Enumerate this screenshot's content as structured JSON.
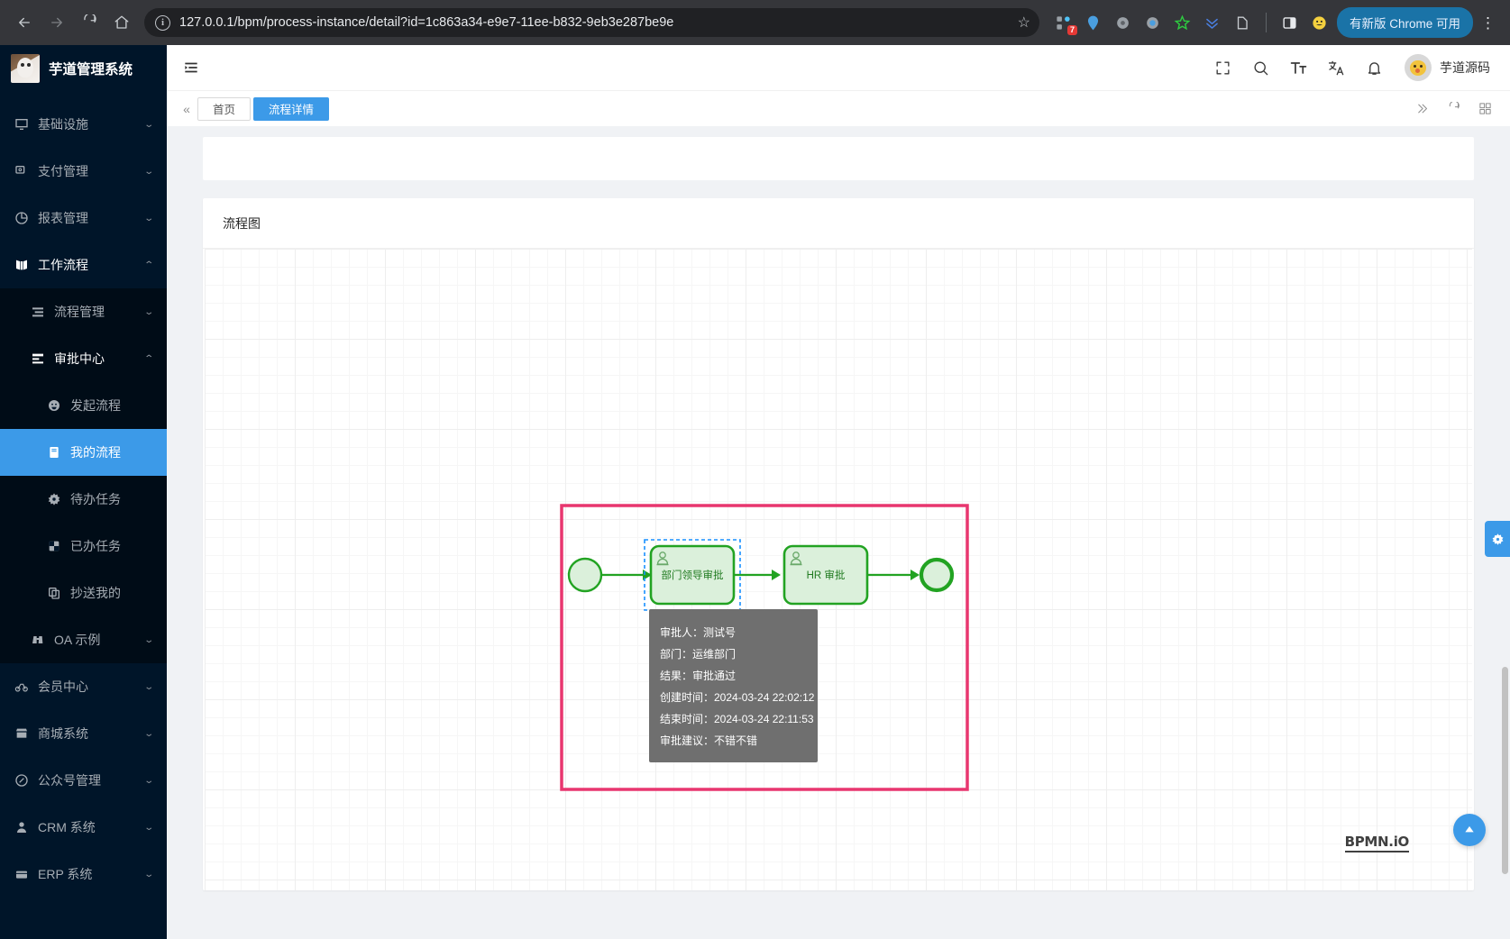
{
  "browser": {
    "url": "127.0.0.1/bpm/process-instance/detail?id=1c863a34-e9e7-11ee-b832-9eb3e287be9e",
    "back_icon": "back-arrow-icon",
    "forward_icon": "forward-arrow-icon",
    "reload_icon": "reload-icon",
    "home_icon": "home-icon",
    "info_icon": "site-info-icon",
    "star_icon": "bookmark-star-icon",
    "extension_badge_count": "7",
    "update_button_label": "有新版 Chrome 可用",
    "menu_icon": "kebab-menu-icon"
  },
  "sidebar": {
    "logo_text": "芋道管理系统",
    "items": [
      {
        "label": "基础设施",
        "icon": "monitor-icon",
        "caret": "⌄",
        "level": 0,
        "state": "collapsed"
      },
      {
        "label": "支付管理",
        "icon": "payment-icon",
        "caret": "⌄",
        "level": 0,
        "state": "collapsed"
      },
      {
        "label": "报表管理",
        "icon": "pie-chart-icon",
        "caret": "⌄",
        "level": 0,
        "state": "collapsed"
      },
      {
        "label": "工作流程",
        "icon": "workflow-icon",
        "caret": "⌃",
        "level": 0,
        "state": "expanded"
      },
      {
        "label": "流程管理",
        "icon": "list-icon",
        "caret": "⌄",
        "level": 1,
        "state": "collapsed"
      },
      {
        "label": "审批中心",
        "icon": "approval-icon",
        "caret": "⌃",
        "level": 1,
        "state": "expanded"
      },
      {
        "label": "发起流程",
        "icon": "smiley-icon",
        "caret": "",
        "level": 2,
        "state": "normal"
      },
      {
        "label": "我的流程",
        "icon": "document-icon",
        "caret": "",
        "level": 2,
        "state": "active"
      },
      {
        "label": "待办任务",
        "icon": "gear-icon",
        "caret": "",
        "level": 2,
        "state": "normal"
      },
      {
        "label": "已办任务",
        "icon": "checker-square-icon",
        "caret": "",
        "level": 2,
        "state": "normal"
      },
      {
        "label": "抄送我的",
        "icon": "copy-icon",
        "caret": "",
        "level": 2,
        "state": "normal"
      },
      {
        "label": "OA 示例",
        "icon": "binoculars-icon",
        "caret": "⌄",
        "level": 1,
        "state": "collapsed"
      },
      {
        "label": "会员中心",
        "icon": "bicycle-icon",
        "caret": "⌄",
        "level": 0,
        "state": "collapsed"
      },
      {
        "label": "商城系统",
        "icon": "shop-icon",
        "caret": "⌄",
        "level": 0,
        "state": "collapsed"
      },
      {
        "label": "公众号管理",
        "icon": "compass-icon",
        "caret": "⌄",
        "level": 0,
        "state": "collapsed"
      },
      {
        "label": "CRM 系统",
        "icon": "user-icon",
        "caret": "⌄",
        "level": 0,
        "state": "collapsed"
      },
      {
        "label": "ERP 系统",
        "icon": "box-icon",
        "caret": "⌄",
        "level": 0,
        "state": "collapsed"
      }
    ]
  },
  "topbar": {
    "hamburger_icon": "menu-collapse-icon",
    "icons": [
      {
        "name": "fullscreen-icon"
      },
      {
        "name": "search-icon"
      },
      {
        "name": "font-size-icon"
      },
      {
        "name": "translate-icon"
      },
      {
        "name": "notification-bell-icon"
      }
    ],
    "user_name": "芋道源码",
    "avatar_icon": "user-avatar"
  },
  "tabbar": {
    "collapse_icon": "double-chevron-left-icon",
    "tabs": [
      {
        "label": "首页",
        "active": false
      },
      {
        "label": "流程详情",
        "active": true
      }
    ],
    "right_icons": [
      {
        "name": "double-chevron-right-icon"
      },
      {
        "name": "refresh-icon"
      },
      {
        "name": "grid-layout-icon"
      }
    ]
  },
  "main": {
    "card_title": "流程图",
    "settings_tab_icon": "gear-icon",
    "back_to_top_icon": "arrow-up-icon",
    "watermark": "BPMN.iO"
  },
  "diagram": {
    "type": "bpmn",
    "highlight_border_color": "#e8366f",
    "node_stroke_color": "#22a322",
    "node_fill_color": "#dbf0db",
    "selected_outline_color": "#1890ff",
    "nodes": [
      {
        "id": "start-event",
        "type": "start-event",
        "label": ""
      },
      {
        "id": "task-dept-leader",
        "type": "user-task",
        "label": "部门领导审批",
        "selected": true
      },
      {
        "id": "task-hr",
        "type": "user-task",
        "label": "HR 审批",
        "selected": false
      },
      {
        "id": "end-event",
        "type": "end-event",
        "label": ""
      }
    ],
    "flows": [
      {
        "from": "start-event",
        "to": "task-dept-leader"
      },
      {
        "from": "task-dept-leader",
        "to": "task-hr"
      },
      {
        "from": "task-hr",
        "to": "end-event"
      }
    ]
  },
  "tooltip": {
    "rows": [
      "审批人：测试号",
      "部门：运维部门",
      "结果：审批通过",
      "创建时间：2024-03-24 22:02:12",
      "结束时间：2024-03-24 22:11:53",
      "审批建议：不错不错"
    ]
  }
}
